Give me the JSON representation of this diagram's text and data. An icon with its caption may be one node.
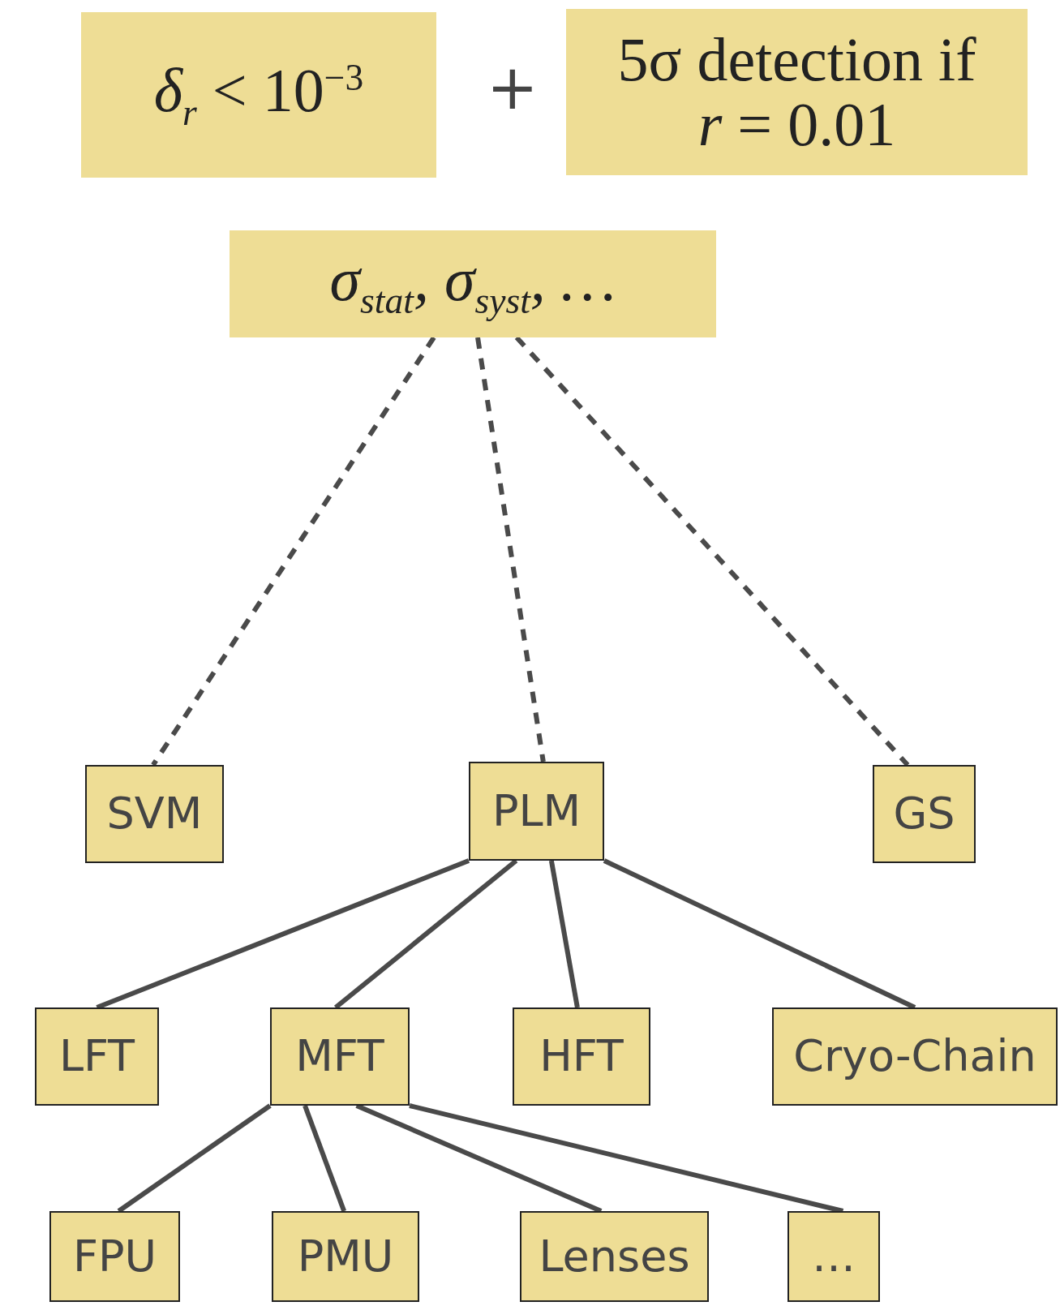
{
  "diagram": {
    "nodes": [
      {
        "text": [
          "*δ*$_{r}$ < 10$^{−3}$"
        ]
      },
      {
        "text": [
          "5σ detection if *r* = 0.01"
        ]
      },
      {
        "text": [
          "*σ*$_{stat}$, *σ*$_{syst}$, …"
        ]
      },
      {
        "text": [
          "SVM"
        ]
      },
      {
        "text": [
          "PLM"
        ]
      },
      {
        "text": [
          "GS"
        ]
      },
      {
        "text": [
          "LFT"
        ]
      },
      {
        "text": [
          "MFT"
        ]
      },
      {
        "text": [
          "HFT"
        ]
      },
      {
        "text": [
          "Cryo-Chain"
        ]
      },
      {
        "text": [
          "FPU"
        ]
      },
      {
        "text": [
          "PMU"
        ]
      },
      {
        "text": [
          "Lenses"
        ]
      },
      {
        "text": [
          "…"
        ]
      }
    ],
    "edges": [
      {
        "from": 2,
        "to": 3,
        "arrow": "none",
        "style": "dashed"
      },
      {
        "from": 2,
        "to": 4,
        "arrow": "none",
        "style": "dashed"
      },
      {
        "from": 2,
        "to": 5,
        "arrow": "none",
        "style": "dashed"
      },
      {
        "from": 4,
        "to": 6,
        "arrow": "none"
      },
      {
        "from": 4,
        "to": 7,
        "arrow": "none"
      },
      {
        "from": 4,
        "to": 8,
        "arrow": "none"
      },
      {
        "from": 4,
        "to": 9,
        "arrow": "none"
      },
      {
        "from": 7,
        "to": 10,
        "arrow": "none"
      },
      {
        "from": 7,
        "to": 11,
        "arrow": "none"
      },
      {
        "from": 7,
        "to": 12,
        "arrow": "none"
      },
      {
        "from": 7,
        "to": 13,
        "arrow": "none"
      }
    ],
    "labels": [
      "+"
    ]
  }
}
